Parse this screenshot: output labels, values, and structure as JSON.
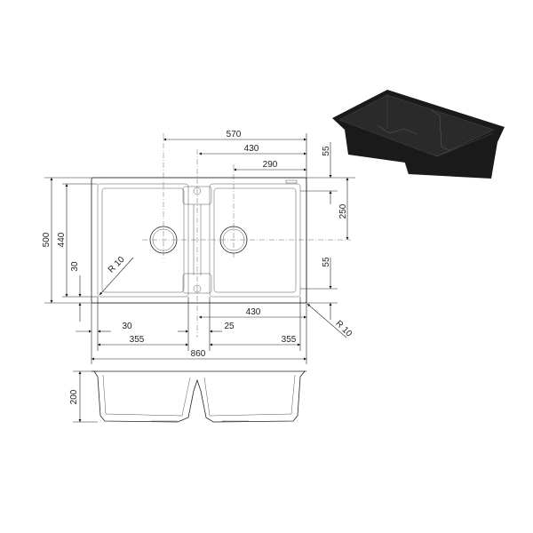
{
  "dimensions": {
    "overall_width": "860",
    "overall_depth": "500",
    "inner_depth": "440",
    "drain_offset_570": "570",
    "top_430": "430",
    "drain_offset_290": "290",
    "top_margin_55": "55",
    "drain_depth_250": "250",
    "bottom_margin_55": "55",
    "bottom_430": "430",
    "edge_30_left": "30",
    "edge_30_vertical": "30",
    "divider_25": "25",
    "bowl_355_left": "355",
    "bowl_355_right": "355",
    "radius_left": "R 10",
    "radius_right": "R 10",
    "height_200": "200"
  },
  "colors": {
    "line": "#222222",
    "product": "#1a1a1a"
  }
}
